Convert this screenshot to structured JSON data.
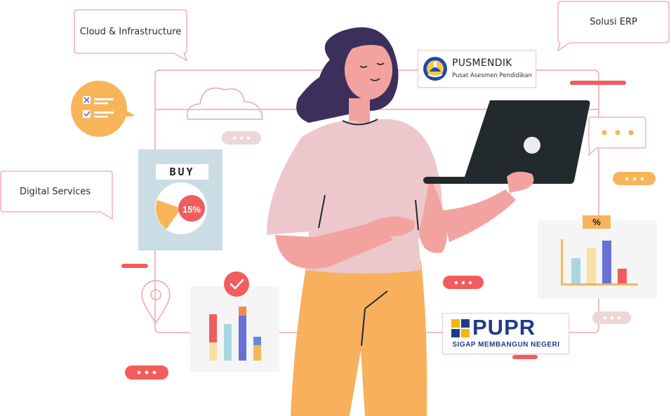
{
  "bubbles": {
    "cloud": "Cloud & Infrastructure",
    "erp": "Solusi ERP",
    "digital": "Digital Services"
  },
  "promo_card": {
    "tag": "BUY",
    "discount": "15%"
  },
  "chart_badge": "%",
  "pusmendik": {
    "name": "PUSMENDIK",
    "subtitle": "Pusat Asesmen Pendidikan"
  },
  "pupr": {
    "name": "PUPR",
    "tagline": "SIGAP MEMBANGUN NEGERI"
  },
  "dots": "• • •",
  "colors": {
    "accent_red": "#f25c5c",
    "accent_orange": "#f7b55a",
    "line_pink": "#f3a3a3",
    "dark": "#222a2e",
    "skin": "#f3a39f",
    "shirt": "#ecc8cc",
    "hair": "#3c2f5c",
    "pants": "#f8b05c",
    "bar_blue": "#6a6fd8",
    "bar_cyan": "#a9d7e0",
    "bar_cream": "#f8dfa5"
  },
  "icons": [
    "cloud-icon",
    "checklist-icon",
    "location-pin-icon",
    "checkmark-icon",
    "laptop-icon"
  ]
}
